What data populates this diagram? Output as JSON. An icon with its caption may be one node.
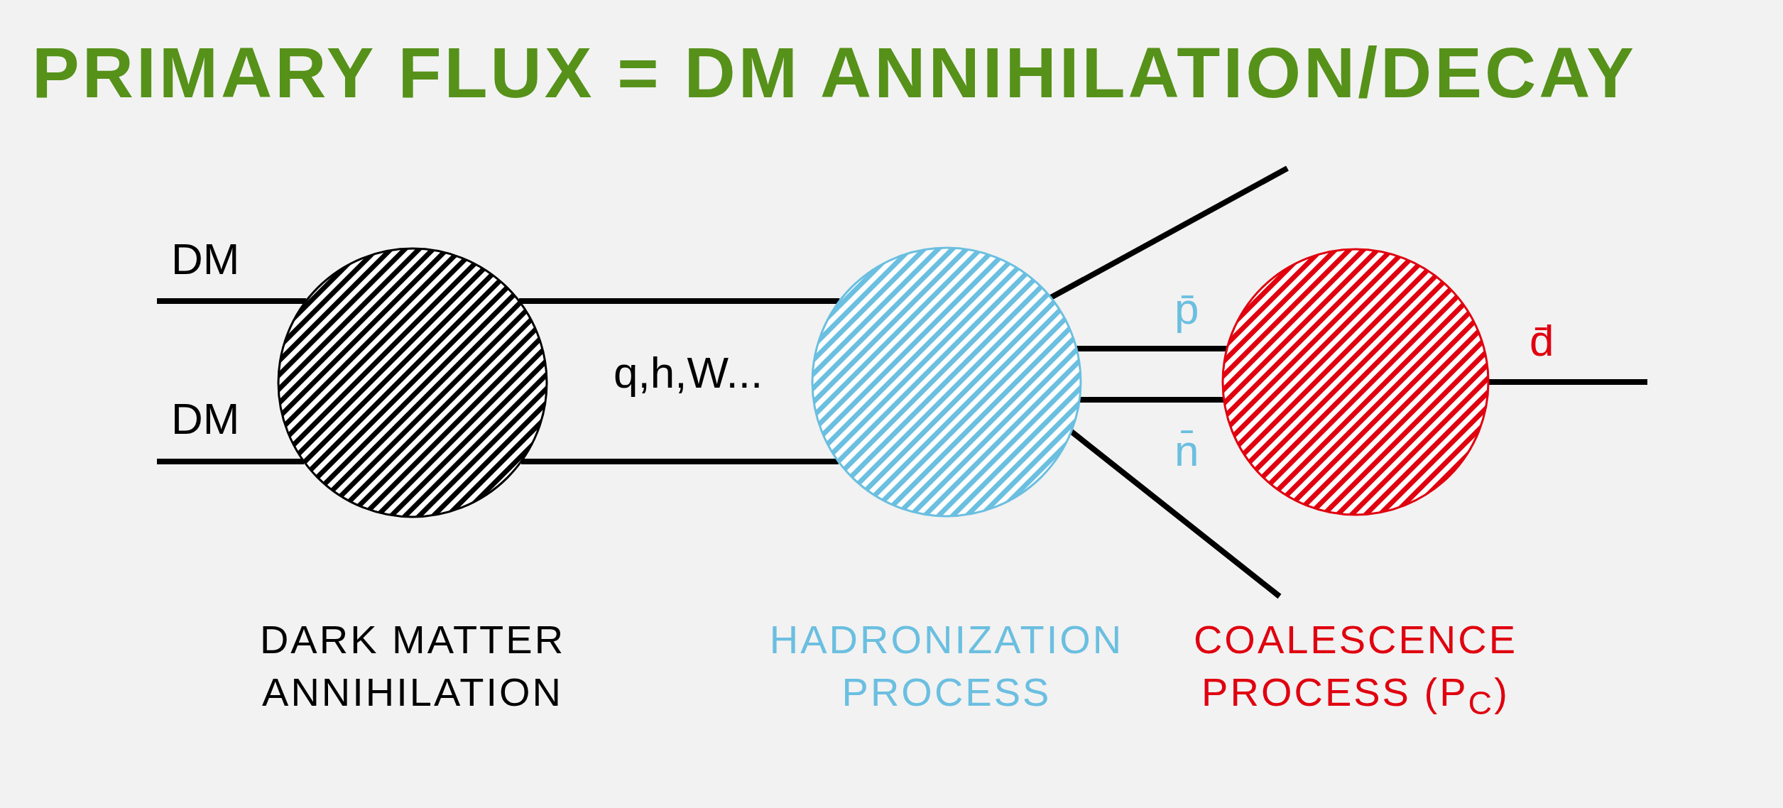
{
  "diagram": {
    "title": "PRIMARY FLUX = DM ANNIHILATION/DECAY",
    "nodes": [
      {
        "text": [],
        "shape": "circle",
        "beside": [
          "DARK MATTER ANNIHILATION"
        ]
      },
      {
        "text": [],
        "shape": "circle",
        "beside": [
          "HADRONIZATION PROCESS"
        ]
      },
      {
        "text": [],
        "shape": "circle",
        "beside": [
          "COALESCENCE PROCESS (P$_{C}$)"
        ]
      }
    ],
    "edges": [
      {
        "from": null,
        "to": 0,
        "arrow": "none",
        "label": "DM"
      },
      {
        "from": null,
        "to": 0,
        "arrow": "none",
        "label": "DM"
      },
      {
        "from": 0,
        "to": 1,
        "arrow": "none"
      },
      {
        "from": 0,
        "to": 1,
        "arrow": "none"
      },
      {
        "from": 1,
        "to": null,
        "arrow": "none"
      },
      {
        "from": 1,
        "to": 2,
        "arrow": "none",
        "label": "p̄"
      },
      {
        "from": 1,
        "to": 2,
        "arrow": "none",
        "label": "n̄"
      },
      {
        "from": 1,
        "to": null,
        "arrow": "none"
      },
      {
        "from": 2,
        "to": null,
        "arrow": "none",
        "label": "d̄"
      }
    ],
    "labels": [
      "q,h,W..."
    ]
  }
}
